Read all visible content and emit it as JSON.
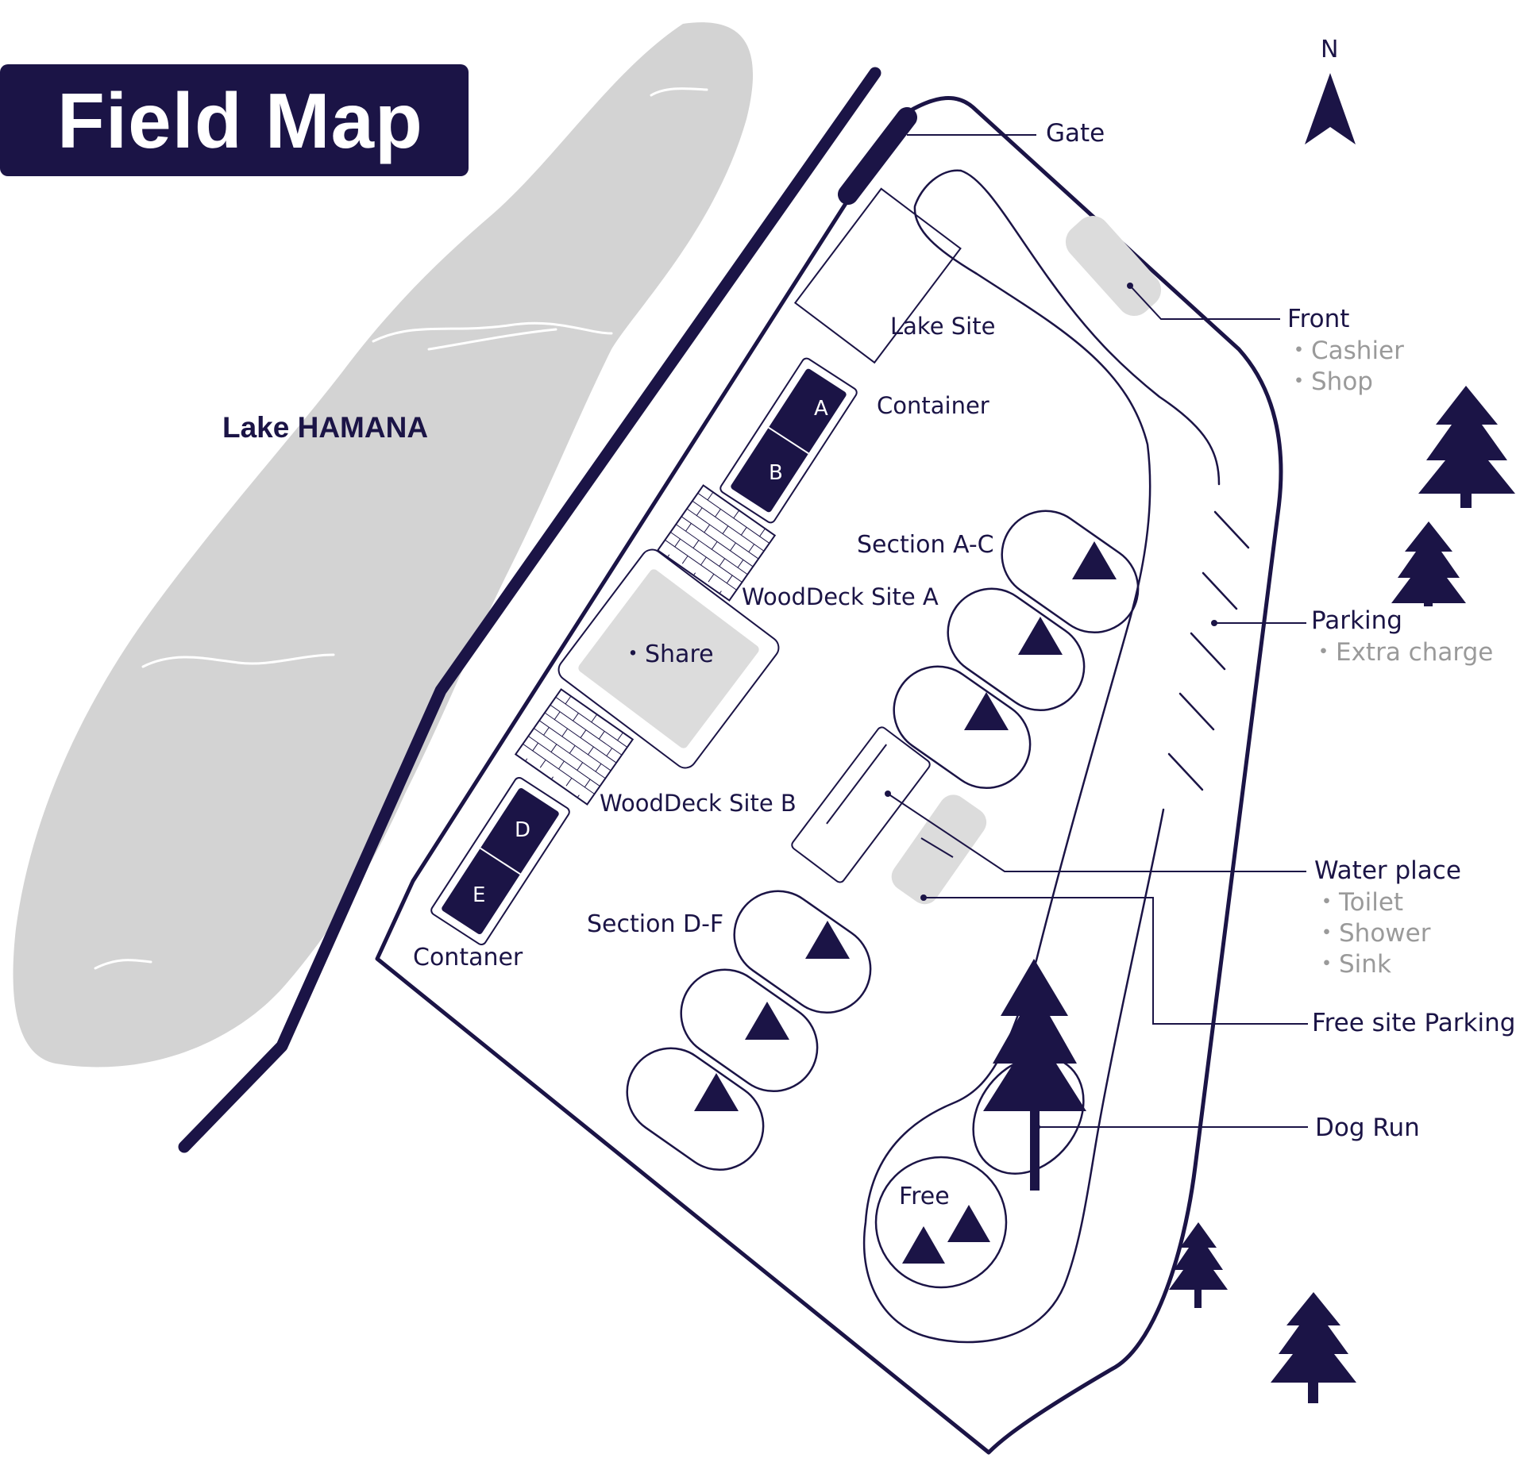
{
  "title": "Field Map",
  "north_label": "N",
  "lake_label": "Lake HAMANA",
  "sites": {
    "lake_site": "Lake Site",
    "container_top": "Container",
    "container_top_units": [
      "A",
      "B"
    ],
    "woodeck_a": "WoodDeck Site A",
    "share": "・Share",
    "woodeck_b": "WoodDeck Site B",
    "container_bottom": "Contaner",
    "container_bottom_units": [
      "D",
      "E"
    ],
    "section_ac": "Section A-C",
    "section_df": "Section D-F",
    "free": "Free"
  },
  "facilities": {
    "gate": "Gate",
    "front": {
      "label": "Front",
      "items": [
        "・Cashier",
        "・Shop"
      ]
    },
    "parking": {
      "label": "Parking",
      "items": [
        "・Extra charge"
      ]
    },
    "water_place": {
      "label": "Water place",
      "items": [
        "・Toilet",
        "・Shower",
        "・Sink"
      ]
    },
    "free_site_parking": "Free site Parking",
    "dog_run": "Dog Run"
  },
  "colors": {
    "navy": "#1b1446",
    "lake_gray": "#d3d3d3",
    "area_gray": "#dcdcdc",
    "sub_text": "#9a9a9a"
  }
}
